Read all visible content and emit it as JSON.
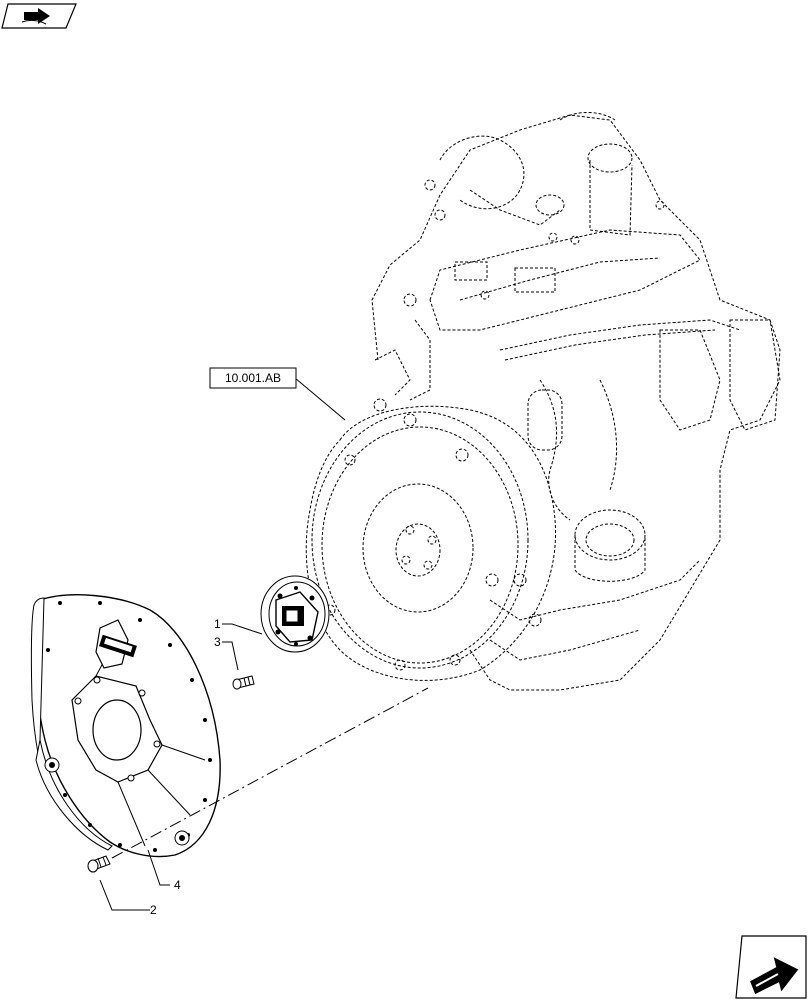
{
  "reference_label": "10.001.AB",
  "callouts": [
    {
      "id": "1",
      "text": "1"
    },
    {
      "id": "2",
      "text": "2"
    },
    {
      "id": "3",
      "text": "3"
    },
    {
      "id": "4",
      "text": "4"
    }
  ],
  "icons": {
    "top_left": "book-arrow-icon",
    "bottom_right": "next-page-arrow-icon"
  }
}
